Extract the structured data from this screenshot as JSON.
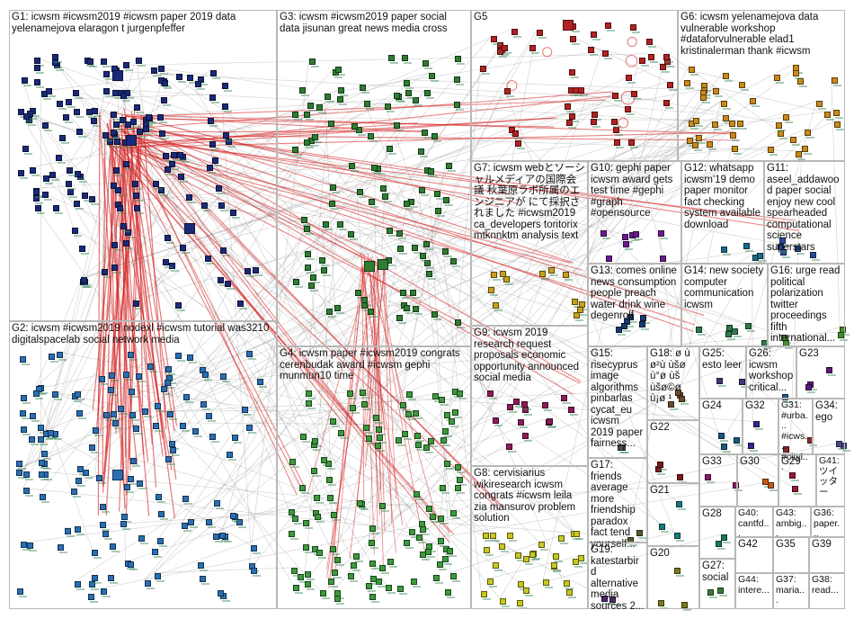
{
  "groups": [
    {
      "id": "G1",
      "label": "G1: icwsm #icwsm2019 #icwsm paper 2019 data yelenamejova elaragon t jurgenpfeffer",
      "color": "#1a2a7a"
    },
    {
      "id": "G2",
      "label": "G2: icwsm #icwsm2019 nodexl #icwsm tutorial was3210 digitalspacelab social network media",
      "color": "#2a6fb3"
    },
    {
      "id": "G3",
      "label": "G3: icwsm #icwsm2019 paper social data jisunan great news media cross",
      "color": "#2e7d32"
    },
    {
      "id": "G4",
      "label": "G4: icwsm paper #icwsm2019 congrats cerenbudak award #icwsm gephi munmun10 time",
      "color": "#3c9a3c"
    },
    {
      "id": "G5",
      "label": "G5",
      "color": "#b22222"
    },
    {
      "id": "G6",
      "label": "G6: icwsm yelenamejova data vulnerable workshop #dataforvulnerable elad1 kristinalerman thank #icwsm",
      "color": "#c98a1a"
    },
    {
      "id": "G7",
      "label": "G7: icwsm webとソーシャルメディアの国際会議 秋葉原ラボ所属のエンジニアが にて採択されました #icwsm2019 ca_developers toritorix mtknnktm analysis text",
      "color": "#c9a01a"
    },
    {
      "id": "G8",
      "label": "G8: cervisiarius wikiresearch icwsm congrats #icwsm leila zia mansurov problem solution",
      "color": "#c8c81e"
    },
    {
      "id": "G9",
      "label": "G9: icwsm 2019 research request proposals economic opportunity announced social media",
      "color": "#8e1a5a"
    },
    {
      "id": "G10",
      "label": "G10: gephi paper icwsm award gets test time #gephi #graph #opensource",
      "color": "#6a1a8e"
    },
    {
      "id": "G11",
      "label": "G11: aseel_addawood paper social enjoy new cool spearheaded computational science superstars",
      "color": "#2a4a9e"
    },
    {
      "id": "G12",
      "label": "G12: whatsapp icwsm'19 demo paper monitor fact checking system available download",
      "color": "#1a6a8e"
    },
    {
      "id": "G13",
      "label": "G13: comes online news consumption people preach water drink wine degenrolf",
      "color": "#1a3a6e"
    },
    {
      "id": "G14",
      "label": "G14: new society computer communication icwsm",
      "color": "#2a7a4a"
    },
    {
      "id": "G15",
      "label": "G15: risecyprus image algorithms pinbarlas cycat_eu icwsm 2019 paper fairness...",
      "color": "#4a4a4a"
    },
    {
      "id": "G16",
      "label": "G16: urge read political polarization twitter proceedings fifth international...",
      "color": "#4a8a2a"
    },
    {
      "id": "G17",
      "label": "G17: friends average more friendship paradox fact tend yourself...",
      "color": "#5a5a2a"
    },
    {
      "id": "G18",
      "label": "G18: ø ù ø²ù ùšø ù°ø ùš ùšø©ø ù¡ø ¹",
      "color": "#6a4a2a"
    },
    {
      "id": "G19",
      "label": "G19: katestarbird alternative media sources 2...",
      "color": "#4a2a6a"
    },
    {
      "id": "G20",
      "label": "G20",
      "color": "#7a7a1a"
    },
    {
      "id": "G21",
      "label": "G21",
      "color": "#1a7a7a"
    },
    {
      "id": "G22",
      "label": "G22",
      "color": "#7a1a1a"
    },
    {
      "id": "G23",
      "label": "G23",
      "color": "#5a1a7a"
    },
    {
      "id": "G24",
      "label": "G24",
      "color": "#1a5a7a"
    },
    {
      "id": "G25",
      "label": "G25: esto leer",
      "color": "#3a3a7a"
    },
    {
      "id": "G26",
      "label": "G26: icwsm workshop critical...",
      "color": "#2a5a8a"
    },
    {
      "id": "G27",
      "label": "G27: social",
      "color": "#3a7a3a"
    },
    {
      "id": "G28",
      "label": "G28",
      "color": "#1a7a5a"
    },
    {
      "id": "G29",
      "label": "G29",
      "color": "#9a1a3a"
    },
    {
      "id": "G30",
      "label": "G30",
      "color": "#c05a1a"
    },
    {
      "id": "G31",
      "label": "G31: #urba... #icws... #cityl...",
      "color": "#8a2a2a"
    },
    {
      "id": "G32",
      "label": "G32",
      "color": "#2a2a8a"
    },
    {
      "id": "G33",
      "label": "G33",
      "color": "#8a1a6a"
    },
    {
      "id": "G34",
      "label": "G34: ego",
      "color": "#4a4a8a"
    },
    {
      "id": "G35",
      "label": "G35",
      "color": "#3a3a9a"
    },
    {
      "id": "G36",
      "label": "G36: paper...",
      "color": "#5a3a2a"
    },
    {
      "id": "G37",
      "label": "G37: maria...",
      "color": "#6a2a5a"
    },
    {
      "id": "G38",
      "label": "G38: read...",
      "color": "#2a6a6a"
    },
    {
      "id": "G39",
      "label": "G39",
      "color": "#3a2a7a"
    },
    {
      "id": "G40",
      "label": "G40: cantfd...",
      "color": "#5a5a5a"
    },
    {
      "id": "G41",
      "label": "G41: ツイッター",
      "color": "#6a3a1a"
    },
    {
      "id": "G42",
      "label": "G42",
      "color": "#2a3a5a"
    },
    {
      "id": "G43",
      "label": "G43: ambig...",
      "color": "#7a2a2a"
    },
    {
      "id": "G44",
      "label": "G44: intere...",
      "color": "#3a5a3a"
    }
  ],
  "edge_colors": {
    "strong": "#d62020",
    "weak": "#9a9a9a"
  },
  "node_icons": [
    "avatar-tile"
  ]
}
